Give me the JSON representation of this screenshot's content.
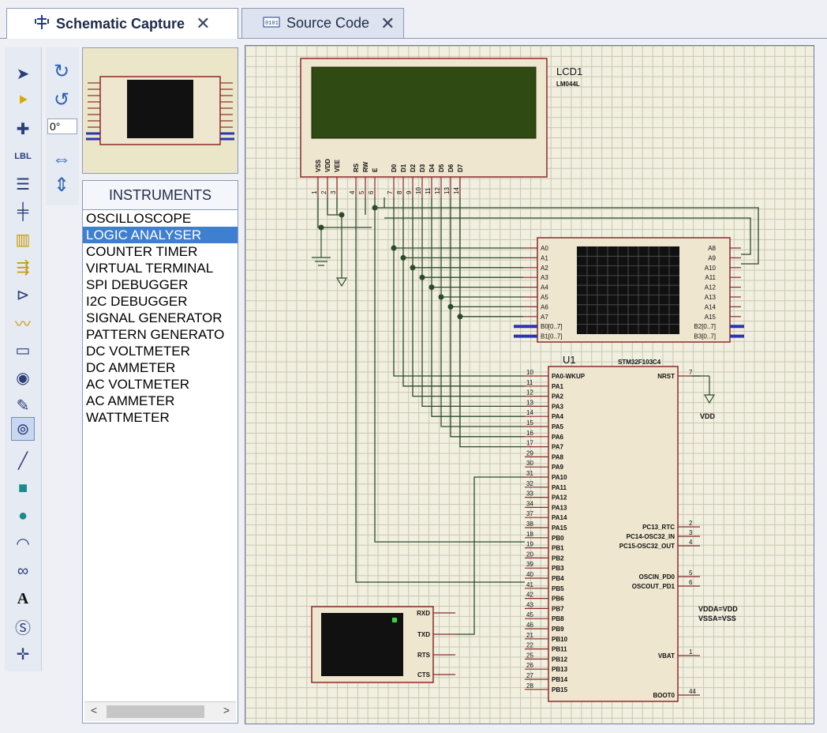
{
  "tabs": [
    {
      "label": "Schematic Capture"
    },
    {
      "label": "Source Code"
    }
  ],
  "tools": [
    "select-arrow-icon",
    "component-icon",
    "junction-icon",
    "label-icon",
    "script-icon",
    "bus-icon",
    "subcircuit-icon",
    "terminal-icon",
    "pin-icon",
    "graph-icon",
    "tape-icon",
    "generator-icon",
    "probe-icon",
    "instrument-icon",
    "line-icon",
    "box-icon",
    "circle-icon",
    "arc-icon",
    "path-icon",
    "text-icon",
    "symbol-icon",
    "marker-icon"
  ],
  "rotation": {
    "angle": "0°"
  },
  "devices": {
    "header": "INSTRUMENTS",
    "items": [
      "OSCILLOSCOPE",
      "LOGIC ANALYSER",
      "COUNTER TIMER",
      "VIRTUAL TERMINAL",
      "SPI DEBUGGER",
      "I2C DEBUGGER",
      "SIGNAL GENERATOR",
      "PATTERN GENERATO",
      "DC VOLTMETER",
      "DC AMMETER",
      "AC VOLTMETER",
      "AC AMMETER",
      "WATTMETER"
    ],
    "selected": "LOGIC ANALYSER"
  },
  "lcd": {
    "ref": "LCD1",
    "part": "LM044L",
    "pins": [
      "VSS",
      "VDD",
      "VEE",
      "RS",
      "RW",
      "E",
      "D0",
      "D1",
      "D2",
      "D3",
      "D4",
      "D5",
      "D6",
      "D7"
    ],
    "pin_numbers": [
      "1",
      "2",
      "3",
      "4",
      "5",
      "6",
      "7",
      "8",
      "9",
      "10",
      "11",
      "12",
      "13",
      "14"
    ]
  },
  "analyser": {
    "left_pins": [
      "A0",
      "A1",
      "A2",
      "A3",
      "A4",
      "A5",
      "A6",
      "A7",
      "B0[0..7]",
      "B1[0..7]"
    ],
    "right_pins": [
      "A8",
      "A9",
      "A10",
      "A11",
      "A12",
      "A13",
      "A14",
      "A15",
      "B2[0..7]",
      "B3[0..7]"
    ]
  },
  "mcu": {
    "ref": "U1",
    "part": "STM32F103C4",
    "left_pins": [
      {
        "n": "10",
        "name": "PA0-WKUP"
      },
      {
        "n": "11",
        "name": "PA1"
      },
      {
        "n": "12",
        "name": "PA2"
      },
      {
        "n": "13",
        "name": "PA3"
      },
      {
        "n": "14",
        "name": "PA4"
      },
      {
        "n": "15",
        "name": "PA5"
      },
      {
        "n": "16",
        "name": "PA6"
      },
      {
        "n": "17",
        "name": "PA7"
      },
      {
        "n": "29",
        "name": "PA8"
      },
      {
        "n": "30",
        "name": "PA9"
      },
      {
        "n": "31",
        "name": "PA10"
      },
      {
        "n": "32",
        "name": "PA11"
      },
      {
        "n": "33",
        "name": "PA12"
      },
      {
        "n": "34",
        "name": "PA13"
      },
      {
        "n": "37",
        "name": "PA14"
      },
      {
        "n": "38",
        "name": "PA15"
      },
      {
        "n": "18",
        "name": "PB0"
      },
      {
        "n": "19",
        "name": "PB1"
      },
      {
        "n": "20",
        "name": "PB2"
      },
      {
        "n": "39",
        "name": "PB3"
      },
      {
        "n": "40",
        "name": "PB4"
      },
      {
        "n": "41",
        "name": "PB5"
      },
      {
        "n": "42",
        "name": "PB6"
      },
      {
        "n": "43",
        "name": "PB7"
      },
      {
        "n": "45",
        "name": "PB8"
      },
      {
        "n": "46",
        "name": "PB9"
      },
      {
        "n": "21",
        "name": "PB10"
      },
      {
        "n": "22",
        "name": "PB11"
      },
      {
        "n": "25",
        "name": "PB12"
      },
      {
        "n": "26",
        "name": "PB13"
      },
      {
        "n": "27",
        "name": "PB14"
      },
      {
        "n": "28",
        "name": "PB15"
      }
    ],
    "right_pins": [
      {
        "n": "7",
        "name": "NRST"
      },
      {
        "n": "2",
        "name": "PC13_RTC"
      },
      {
        "n": "3",
        "name": "PC14-OSC32_IN"
      },
      {
        "n": "4",
        "name": "PC15-OSC32_OUT"
      },
      {
        "n": "5",
        "name": "OSCIN_PD0"
      },
      {
        "n": "6",
        "name": "OSCOUT_PD1"
      },
      {
        "n": "1",
        "name": "VBAT"
      },
      {
        "n": "44",
        "name": "BOOT0"
      }
    ],
    "power_note": [
      "VDDA=VDD",
      "VSSA=VSS"
    ]
  },
  "vdd_label": "VDD",
  "terminal": {
    "pins": [
      "RXD",
      "TXD",
      "RTS",
      "CTS"
    ]
  }
}
